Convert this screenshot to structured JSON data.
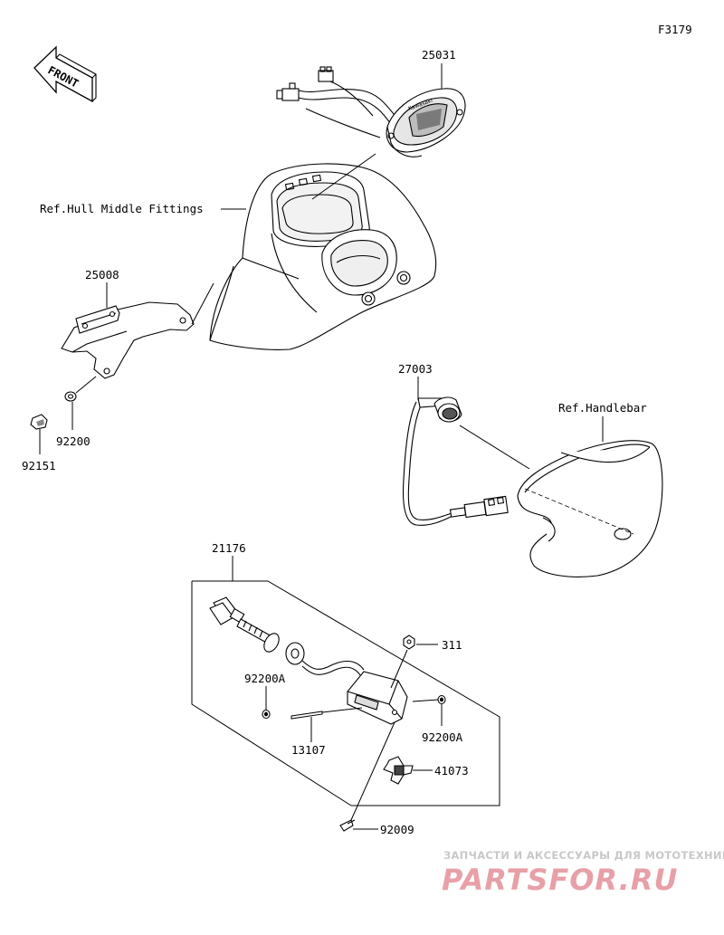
{
  "diagram_code": "F3179",
  "front_label": "FRONT",
  "references": {
    "hull": "Ref.Hull Middle Fittings",
    "handlebar": "Ref.Handlebar"
  },
  "meter_brand": "Kawasaki",
  "parts": {
    "p25031": "25031",
    "p25008": "25008",
    "p92200": "92200",
    "p92151": "92151",
    "p27003": "27003",
    "p21176": "21176",
    "p311": "311",
    "p92200A_left": "92200A",
    "p92200A_right": "92200A",
    "p13107": "13107",
    "p41073": "41073",
    "p92009": "92009"
  },
  "watermark": {
    "tagline": "ЗАПЧАСТИ И АКСЕССУАРЫ ДЛЯ МОТОТЕХНИКИ",
    "logo": "PARTSFOR.RU",
    "logo_color": "#e8a0a8",
    "tagline_color": "#c8c8c8"
  }
}
